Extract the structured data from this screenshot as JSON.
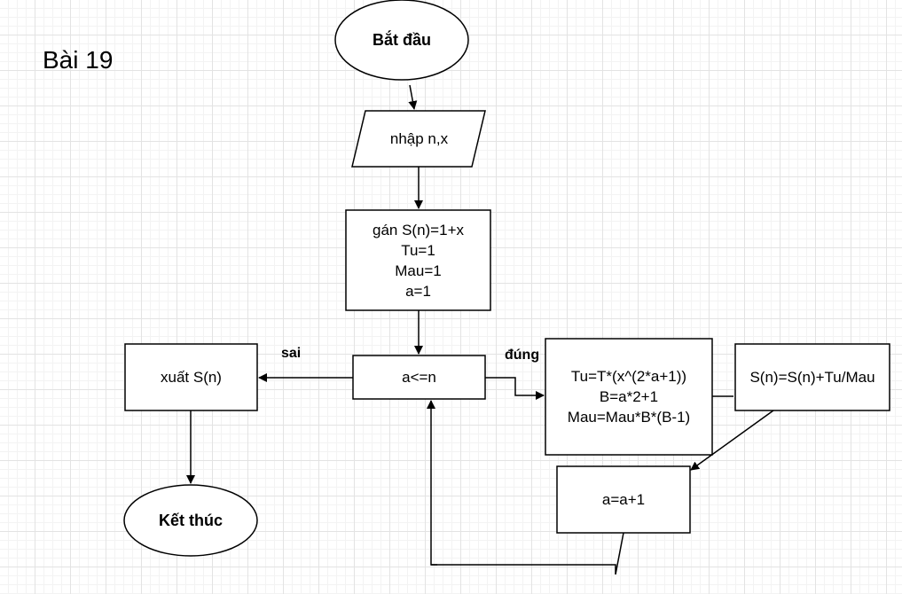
{
  "title": "Bài 19",
  "nodes": {
    "start": "Bắt đầu",
    "input": "nhập n,x",
    "init": "gán S(n)=1+x\nTu=1\nMau=1\na=1",
    "condition": "a<=n",
    "compute": "Tu=T*(x^(2*a+1))\nB=a*2+1\nMau=Mau*B*(B-1)",
    "accumulate": "S(n)=S(n)+Tu/Mau",
    "increment": "a=a+1",
    "output": "xuất S(n)",
    "end": "Kết thúc"
  },
  "edge_labels": {
    "false": "sai",
    "true": "đúng"
  }
}
